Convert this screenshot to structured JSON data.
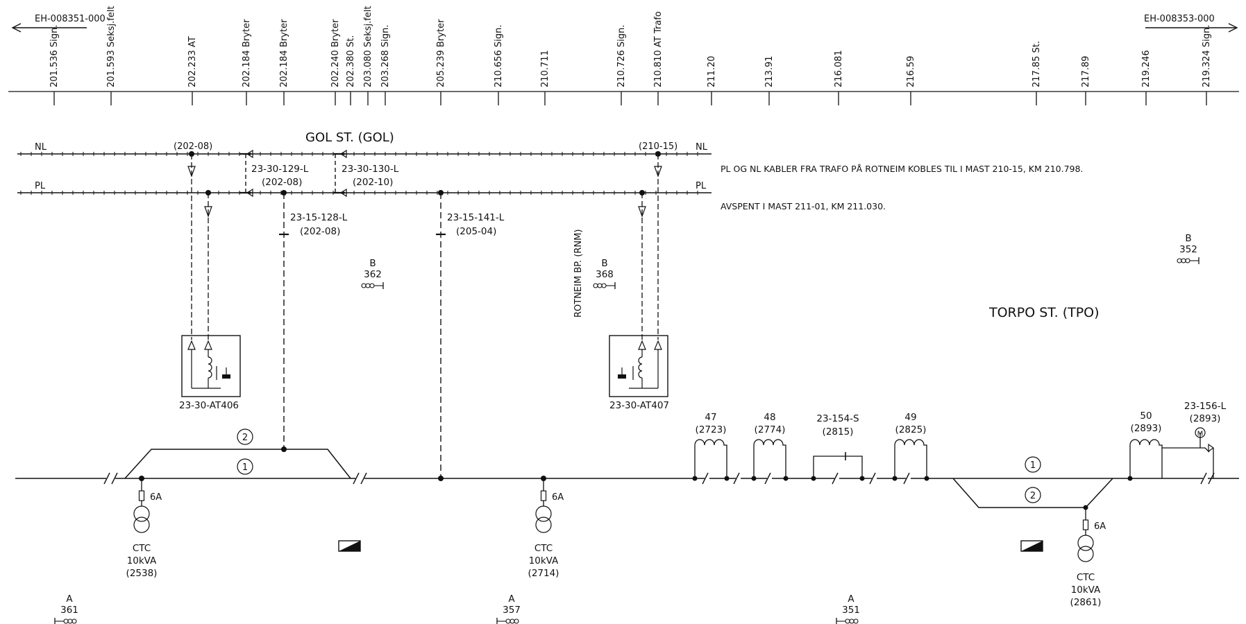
{
  "refs": {
    "left": "EH-008351-000",
    "right": "EH-008353-000"
  },
  "km_labels": [
    "201.536 Sign.",
    "201.593 Seksj.felt",
    "202.233 AT",
    "202.184 Bryter",
    "202.184 Bryter",
    "202.240 Bryter",
    "202.380 St.",
    "203.080 Seksj.felt",
    "203.268 Sign.",
    "205.239 Bryter",
    "210.656 Sign.",
    "210.711",
    "210.726 Sign.",
    "210.810 AT Trafo",
    "211.20",
    "213.91",
    "216.081",
    "216.59",
    "217.85 St.",
    "217.89",
    "219.246",
    "219.324 Sign."
  ],
  "stations": {
    "gol": "GOL ST. (GOL)",
    "torpo": "TORPO ST. (TPO)",
    "rotneim": "ROTNEIM BP. (RNM)"
  },
  "lines": {
    "nl": "NL",
    "pl": "PL"
  },
  "notes": [
    "PL OG NL KABLER FRA TRAFO  PÅ ROTNEIM KOBLES TIL I MAST 210-15, KM 210.798.",
    "AVSPENT I MAST 211-01, KM 211.030."
  ],
  "masts": {
    "m1": "(202-08)",
    "m2": "(210-15)"
  },
  "switches": [
    {
      "id": "23-30-129-L",
      "mast": "(202-08)"
    },
    {
      "id": "23-30-130-L",
      "mast": "(202-10)"
    },
    {
      "id": "23-15-128-L",
      "mast": "(202-08)"
    },
    {
      "id": "23-15-141-L",
      "mast": "(205-04)"
    }
  ],
  "at": {
    "left": "23-30-AT406",
    "right": "23-30-AT407"
  },
  "signals": [
    {
      "letter": "B",
      "number": "362"
    },
    {
      "letter": "B",
      "number": "368"
    },
    {
      "letter": "B",
      "number": "352"
    },
    {
      "letter": "A",
      "number": "361"
    },
    {
      "letter": "A",
      "number": "357"
    },
    {
      "letter": "A",
      "number": "351"
    }
  ],
  "track_circles": [
    "2",
    "1",
    "1",
    "2"
  ],
  "transformers": [
    {
      "fuse": "6A",
      "l1": "CTC",
      "l2": "10kVA",
      "l3": "(2538)"
    },
    {
      "fuse": "6A",
      "l1": "CTC",
      "l2": "10kVA",
      "l3": "(2714)"
    },
    {
      "fuse": "6A",
      "l1": "CTC",
      "l2": "10kVA",
      "l3": "(2861)"
    }
  ],
  "sections": [
    {
      "id": "47",
      "mast": "(2723)"
    },
    {
      "id": "48",
      "mast": "(2774)"
    },
    {
      "id": "23-154-S",
      "mast": "(2815)"
    },
    {
      "id": "49",
      "mast": "(2825)"
    },
    {
      "id": "50",
      "mast": "(2893)"
    },
    {
      "id": "23-156-L",
      "mast": "(2893)"
    }
  ],
  "motor": "M"
}
